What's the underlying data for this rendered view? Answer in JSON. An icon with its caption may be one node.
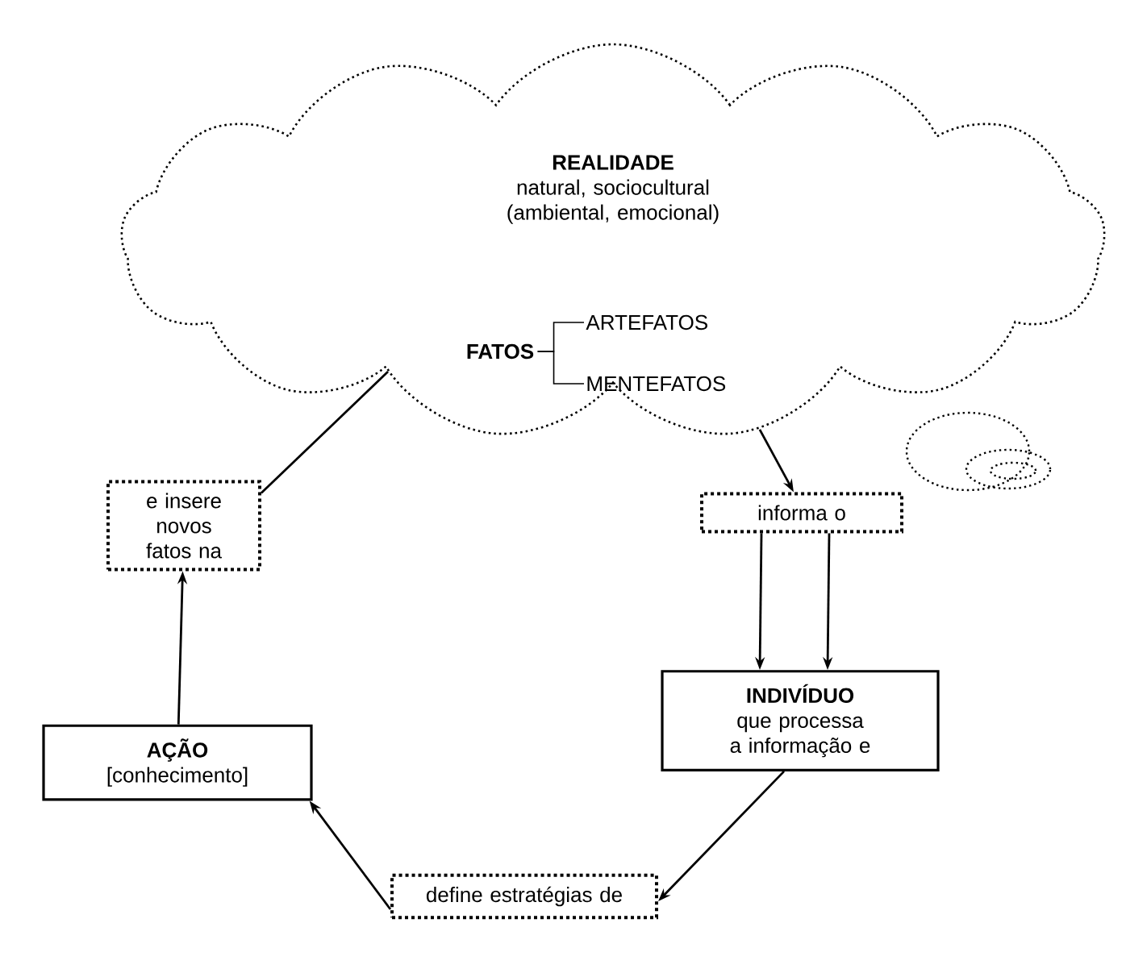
{
  "diagram": {
    "nodes": [
      {
        "text": [
          "REALIDADE",
          "natural, sociocultural (ambiental, emocional)"
        ]
      },
      {
        "text": [
          "FATOS"
        ],
        "in": 0
      },
      {
        "text": [
          "ARTEFATOS"
        ],
        "in": 0
      },
      {
        "text": [
          "MENTEFATOS"
        ],
        "in": 0
      },
      {
        "text": [
          "informa o"
        ]
      },
      {
        "text": [
          "INDIVÍDUO",
          "que processa a informação e"
        ]
      },
      {
        "text": [
          "define estratégias de"
        ]
      },
      {
        "text": [
          "AÇÃO",
          "[conhecimento]"
        ]
      },
      {
        "text": [
          "e insere novos fatos na"
        ]
      }
    ],
    "edges": [
      {
        "from": 1,
        "to": 2,
        "arrow": "none"
      },
      {
        "from": 1,
        "to": 3,
        "arrow": "none"
      },
      {
        "from": 0,
        "to": 4,
        "arrow": "to"
      },
      {
        "from": 4,
        "to": 5,
        "arrow": "to"
      },
      {
        "from": 4,
        "to": 5,
        "arrow": "to"
      },
      {
        "from": 5,
        "to": 6,
        "arrow": "to"
      },
      {
        "from": 6,
        "to": 7,
        "arrow": "to"
      },
      {
        "from": 7,
        "to": 8,
        "arrow": "to"
      },
      {
        "from": 8,
        "to": 0,
        "arrow": "none"
      }
    ]
  }
}
